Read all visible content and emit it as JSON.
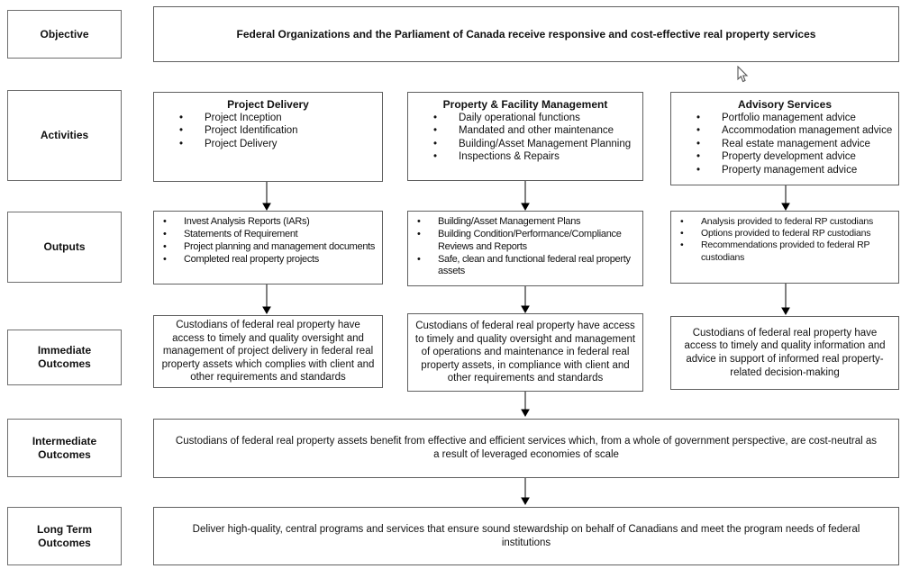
{
  "colors": {
    "border": "#5f5f5f",
    "text": "#111111",
    "background": "#ffffff"
  },
  "rows": {
    "objective": {
      "label": "Objective",
      "text": "Federal Organizations and the Parliament of Canada receive responsive and cost-effective real property services"
    },
    "activities": {
      "label": "Activities",
      "columns": [
        {
          "title": "Project Delivery",
          "items": [
            "Project Inception",
            "Project Identification",
            "Project Delivery"
          ]
        },
        {
          "title": "Property & Facility Management",
          "items": [
            "Daily operational functions",
            "Mandated and other maintenance",
            "Building/Asset Management Planning",
            "Inspections & Repairs"
          ]
        },
        {
          "title": "Advisory Services",
          "items": [
            "Portfolio management advice",
            "Accommodation management advice",
            "Real estate management advice",
            "Property development advice",
            "Property management advice"
          ]
        }
      ]
    },
    "outputs": {
      "label": "Outputs",
      "columns": [
        {
          "items": [
            "Invest Analysis Reports (IARs)",
            "Statements of Requirement",
            "Project planning and management documents",
            "Completed real property projects"
          ]
        },
        {
          "items": [
            "Building/Asset Management Plans",
            "Building Condition/Performance/Compliance Reviews and Reports",
            "Safe, clean and functional federal real property assets"
          ]
        },
        {
          "items": [
            "Analysis provided to federal RP custodians",
            "Options provided to federal RP custodians",
            "Recommendations provided to federal RP custodians"
          ]
        }
      ]
    },
    "immediate_outcomes": {
      "label": "Immediate Outcomes",
      "columns": [
        {
          "text": "Custodians of federal real property have access to timely and quality oversight and management of project delivery in federal real property assets which complies with client and other requirements and standards"
        },
        {
          "text": "Custodians of federal real property have access to timely and quality oversight and management of operations and maintenance in federal real property assets, in compliance with client and other requirements and standards"
        },
        {
          "text": "Custodians of federal real property have access to timely and quality information and advice in support of informed real property-related decision-making"
        }
      ]
    },
    "intermediate_outcomes": {
      "label": "Intermediate Outcomes",
      "text": "Custodians of federal real property assets benefit from effective and efficient services which, from a whole of government perspective, are cost-neutral as a result of leveraged economies of scale"
    },
    "long_term_outcomes": {
      "label": "Long Term Outcomes",
      "text": "Deliver high-quality, central programs and services that ensure sound stewardship on behalf of Canadians and meet the program needs of federal institutions"
    }
  }
}
